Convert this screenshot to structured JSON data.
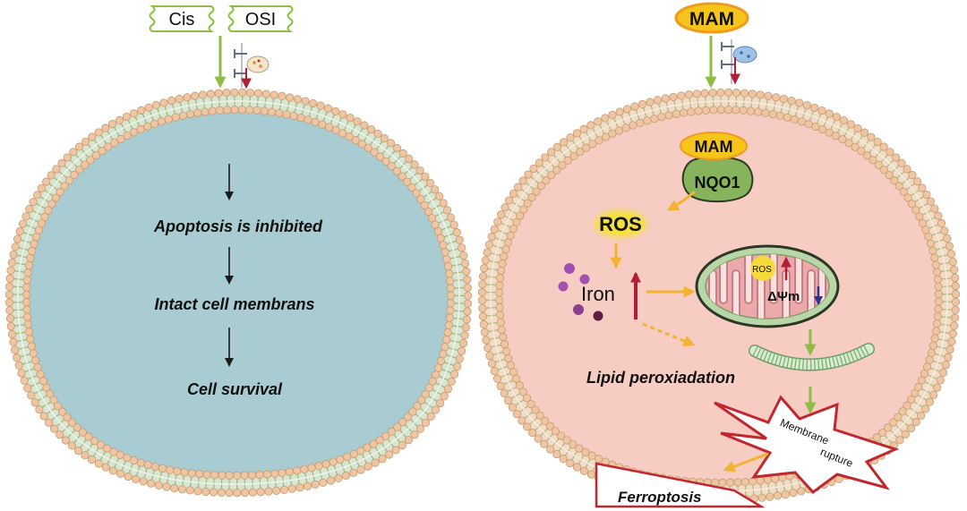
{
  "left_panel": {
    "drugs": [
      "Cis",
      "OSI"
    ],
    "steps": [
      "Apoptosis is inhibited",
      "Intact cell membrans",
      "Cell survival"
    ]
  },
  "right_panel": {
    "drug": "MAM",
    "complex": {
      "top": "MAM",
      "bottom": "NQO1"
    },
    "ros": "ROS",
    "iron": "Iron",
    "mitochondrion": {
      "ros": "ROS",
      "potential": "ΔΨm"
    },
    "lipid": "Lipid peroxiadation",
    "rupture": [
      "Membrane",
      "rupture"
    ],
    "outcome": "Ferroptosis"
  },
  "colors": {
    "left_interior": "#a9cbd2",
    "right_interior": "#f6ccc3",
    "lipid_head": "#efc6a1",
    "green_arrow": "#8dbd45",
    "orange_arrow": "#f2b331",
    "red": "#c1272d",
    "mam_yellow": "#f6c51b",
    "nqo1_green": "#86b35b",
    "iron_text": "#cf4d7f",
    "potential_blue": "#2e3192"
  }
}
